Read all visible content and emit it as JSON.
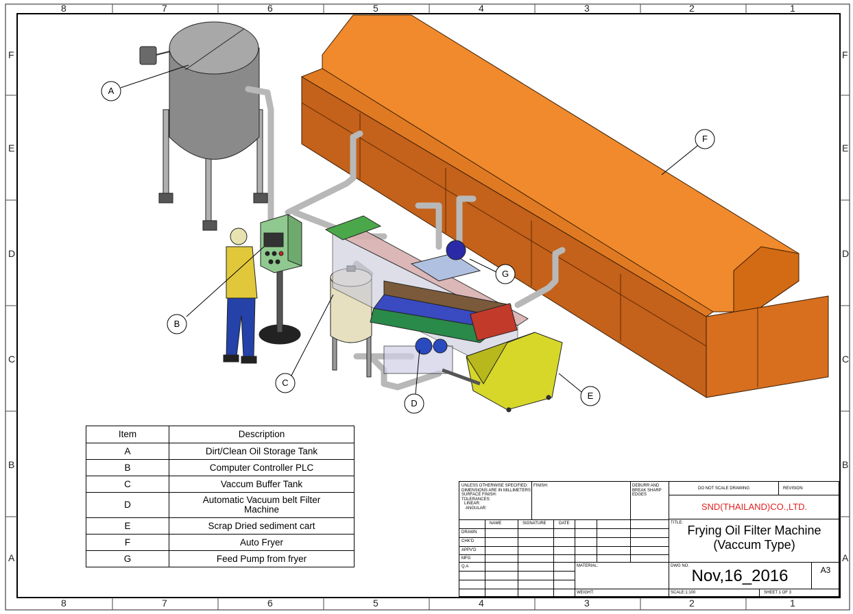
{
  "border": {
    "columns": [
      "8",
      "7",
      "6",
      "5",
      "4",
      "3",
      "2",
      "1"
    ],
    "rows": [
      "F",
      "E",
      "D",
      "C",
      "B",
      "A"
    ]
  },
  "balloons": {
    "A": "A",
    "B": "B",
    "C": "C",
    "D": "D",
    "E": "E",
    "F": "F",
    "G": "G"
  },
  "item_table": {
    "header_item": "Item",
    "header_description": "Description",
    "rows": [
      {
        "item": "A",
        "description": "Dirt/Clean Oil Storage Tank"
      },
      {
        "item": "B",
        "description": "Computer Controller PLC"
      },
      {
        "item": "C",
        "description": "Vaccum Buffer Tank"
      },
      {
        "item": "D",
        "description": "Automatic Vacuum belt Filter Machine"
      },
      {
        "item": "E",
        "description": "Scrap Dried sediment cart"
      },
      {
        "item": "F",
        "description": "Auto Fryer"
      },
      {
        "item": "G",
        "description": "Feed Pump from fryer"
      }
    ]
  },
  "title_block": {
    "unless_line1": "UNLESS OTHERWISE SPECIFIED:",
    "unless_line2": "DIMENSIONS ARE IN MILLIMETERS",
    "unless_line3": "SURFACE FINISH:",
    "unless_line4": "TOLERANCES:",
    "unless_line5": "LINEAR:",
    "unless_line6": "ANGULAR:",
    "finish": "FINISH:",
    "deburr_line1": "DEBURR AND",
    "deburr_line2": "BREAK SHARP",
    "deburr_line3": "EDGES",
    "do_not_scale": "DO NOT SCALE DRAWING",
    "revision": "REVISION",
    "company": "SND(THAILAND)CO.,LTD.",
    "title_label": "TITLE:",
    "title_line1": "Frying Oil Filter Machine",
    "title_line2": "(Vaccum Type)",
    "col_name": "NAME",
    "col_signature": "SIGNATURE",
    "col_date": "DATE",
    "row_drawn": "DRAWN",
    "row_chkd": "CHK'D",
    "row_apprd": "APPV'D",
    "row_mfg": "MFG",
    "row_qa": "Q.A",
    "material": "MATERIAL:",
    "dwg_no_label": "DWG NO.",
    "dwg_no": "Nov,16_2016",
    "size": "A3",
    "weight": "WEIGHT:",
    "scale": "SCALE:1:100",
    "sheet": "SHEET 1 OF 3"
  },
  "colors": {
    "fryer": "#e57416",
    "fryer_dark": "#b2540c",
    "tank": "#8e8e8e",
    "panel": "#7fbf7f",
    "buffer_tank": "#e8e3c4",
    "cart": "#d6d629",
    "company_red": "#e02020"
  }
}
